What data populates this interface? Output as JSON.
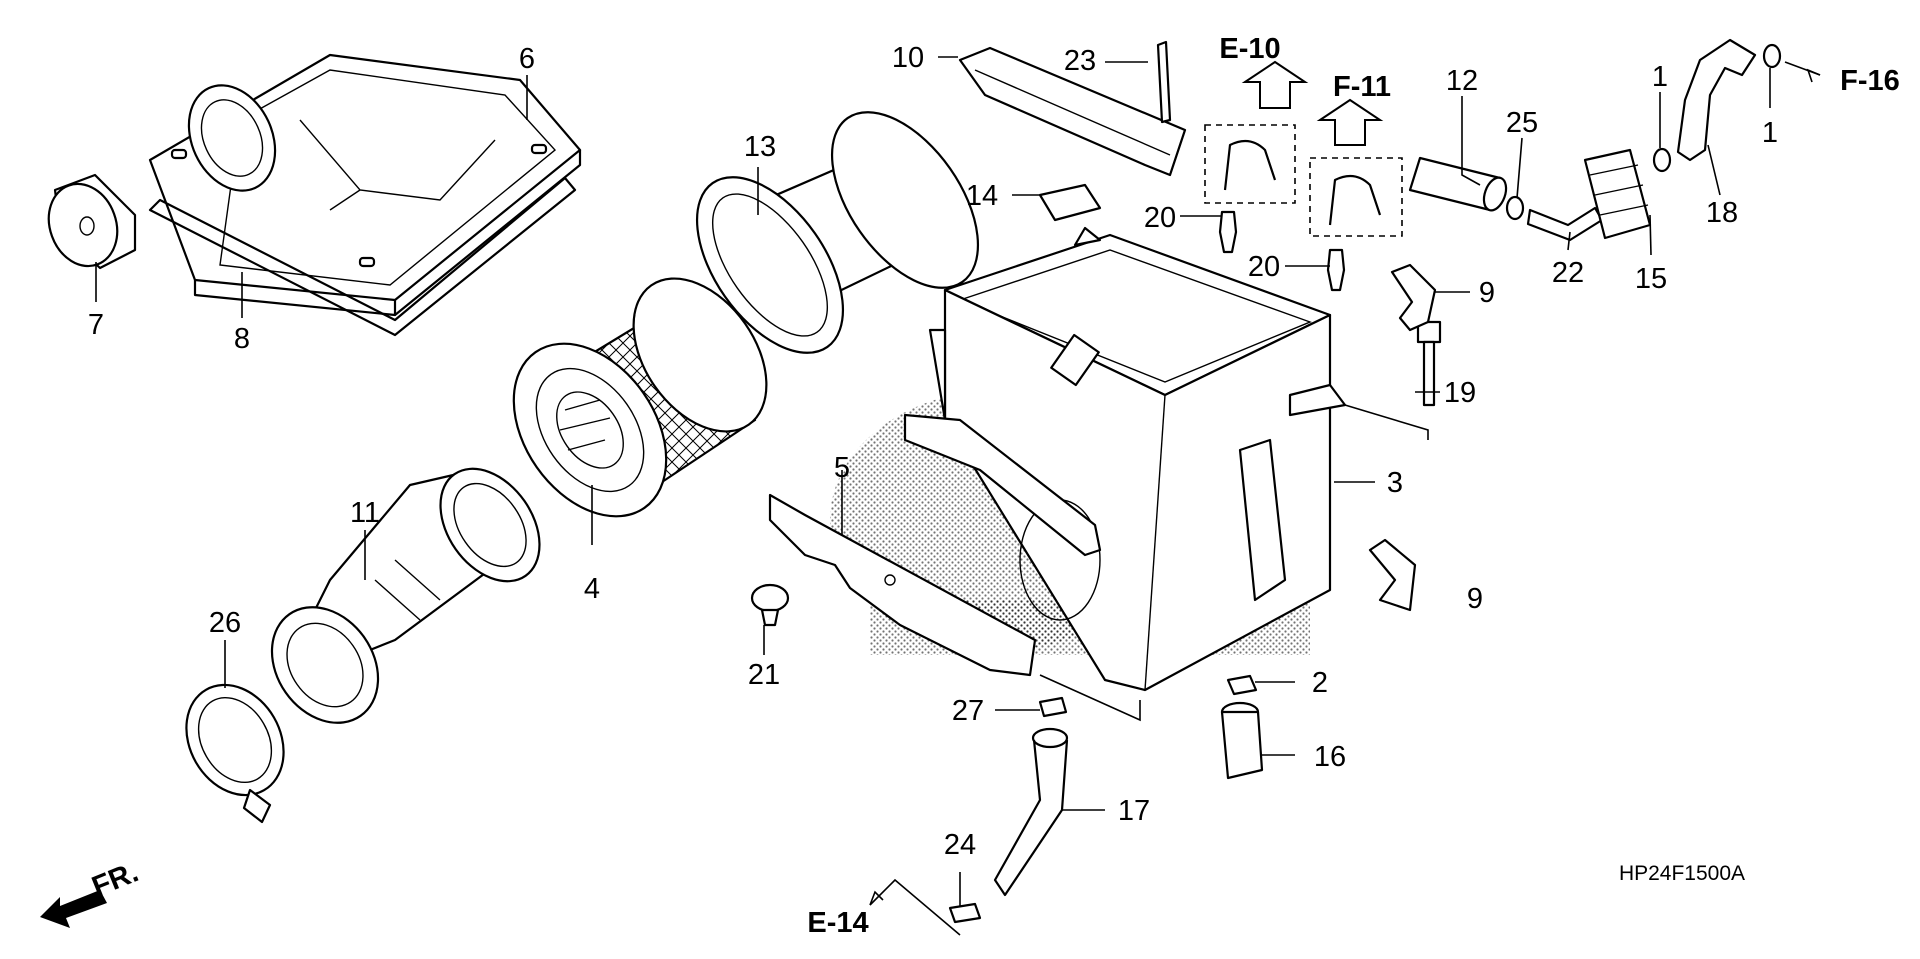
{
  "diagram": {
    "drawing_code": "HP24F1500A",
    "front_label": "FR.",
    "references": {
      "e10": "E-10",
      "f11": "F-11",
      "f16": "F-16",
      "e14": "E-14"
    },
    "callouts": {
      "c1a": "1",
      "c1b": "1",
      "c2": "2",
      "c3": "3",
      "c4": "4",
      "c5": "5",
      "c6": "6",
      "c7": "7",
      "c8": "8",
      "c9a": "9",
      "c9b": "9",
      "c10": "10",
      "c11": "11",
      "c12": "12",
      "c13": "13",
      "c14": "14",
      "c15": "15",
      "c16": "16",
      "c17": "17",
      "c18": "18",
      "c19": "19",
      "c20a": "20",
      "c20b": "20",
      "c21": "21",
      "c22": "22",
      "c23": "23",
      "c24": "24",
      "c25": "25",
      "c26": "26",
      "c27": "27"
    }
  }
}
